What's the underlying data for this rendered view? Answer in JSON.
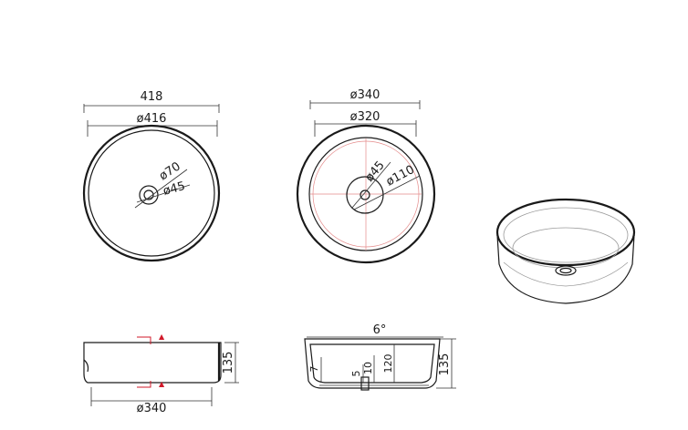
{
  "top_view_left": {
    "outer_width": "418",
    "outer_diameter": "ø416",
    "drain_outer": "ø70",
    "drain_inner": "ø45"
  },
  "top_view_middle": {
    "outer_diameter": "ø340",
    "inner_diameter": "ø320",
    "drain_inner": "ø45",
    "drain_outer": "ø110"
  },
  "side_view_left": {
    "height": "135",
    "base_diameter": "ø340"
  },
  "section_view": {
    "angle": "6°",
    "height": "135",
    "inner_height": "120",
    "d7": "7",
    "d5": "5",
    "d10": "10"
  },
  "colors": {
    "line": "#1a1a1a",
    "red_marker": "#d11a2a",
    "pink_center": "#e48a8a"
  }
}
